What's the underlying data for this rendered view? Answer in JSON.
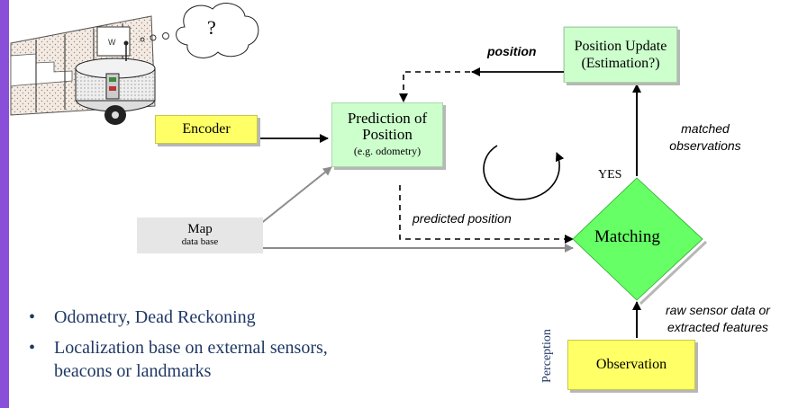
{
  "colors": {
    "left_bar": "#8a4fd8",
    "encoder_fill": "#ffff66",
    "green_box_fill": "#ccffcc",
    "diamond_fill": "#66ff66",
    "observation_fill": "#ffff66",
    "map_fill": "#e6e6e6",
    "bullet_text": "#1f3864",
    "gray_arrow": "#8c8c8c"
  },
  "illustration": {
    "question_mark": "?"
  },
  "nodes": {
    "encoder": "Encoder",
    "prediction": {
      "line1": "Prediction of",
      "line2": "Position",
      "line3": "(e.g. odometry)"
    },
    "position_update": {
      "line1": "Position Update",
      "line2": "(Estimation?)"
    },
    "map": {
      "line1": "Map",
      "line2": "data base"
    },
    "matching": "Matching",
    "observation": "Observation"
  },
  "edge_labels": {
    "position": "position",
    "predicted_position": "predicted position",
    "matched_observations": {
      "line1": "matched",
      "line2": "observations"
    },
    "yes": "YES",
    "raw_sensor": {
      "line1": "raw sensor data or",
      "line2": "extracted features"
    },
    "perception": "Perception"
  },
  "bullets": [
    {
      "lines": [
        "Odometry, Dead Reckoning"
      ]
    },
    {
      "lines": [
        "Localization base on external sensors,",
        "beacons or landmarks"
      ]
    }
  ]
}
